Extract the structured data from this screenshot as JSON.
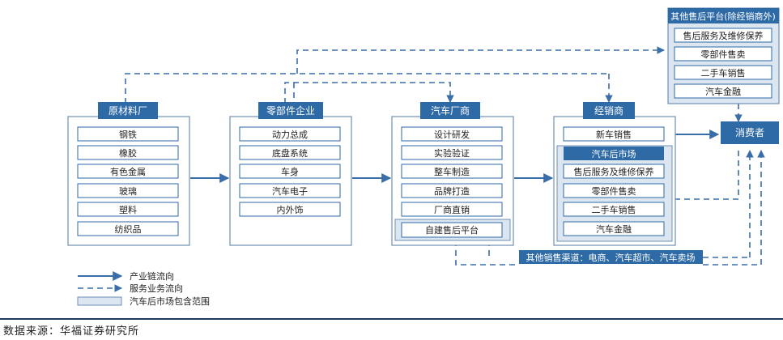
{
  "groups": {
    "raw": {
      "title": "原材料厂",
      "items": [
        "钢铁",
        "橡胶",
        "有色金属",
        "玻璃",
        "塑料",
        "纺织品"
      ]
    },
    "parts": {
      "title": "零部件企业",
      "items": [
        "动力总成",
        "底盘系统",
        "车身",
        "汽车电子",
        "内外饰"
      ]
    },
    "oem": {
      "title": "汽车厂商",
      "items": [
        "设计研发",
        "实验验证",
        "整车制造",
        "品牌打造",
        "厂商直销"
      ],
      "platform": "自建售后平台"
    },
    "dealer": {
      "title": "经销商",
      "new_car": "新车销售",
      "after_title": "汽车后市场",
      "after_items": [
        "售后服务及维修保养",
        "零部件售卖",
        "二手车销售",
        "汽车金融"
      ]
    },
    "other_platform": {
      "title": "其他售后平台(除经销商外)",
      "items": [
        "售后服务及维修保养",
        "零部件售卖",
        "二手车销售",
        "汽车金融"
      ]
    },
    "consumer": "消费者",
    "other_channels": "其他销售渠道：电商、汽车超市、汽车卖场"
  },
  "legend": {
    "industry_flow": "产业链流向",
    "service_flow": "服务业务流向",
    "aftermarket_scope": "汽车后市场包含范围"
  },
  "source": "数据来源：华福证券研究所",
  "colors": {
    "header": "#2e6aa6",
    "header_text": "#ffffff",
    "item_border": "#2e6aa6",
    "aftermarket_fill": "#dce6f1",
    "arrow": "#3a6ea8",
    "footer": "#1f3a5f"
  }
}
